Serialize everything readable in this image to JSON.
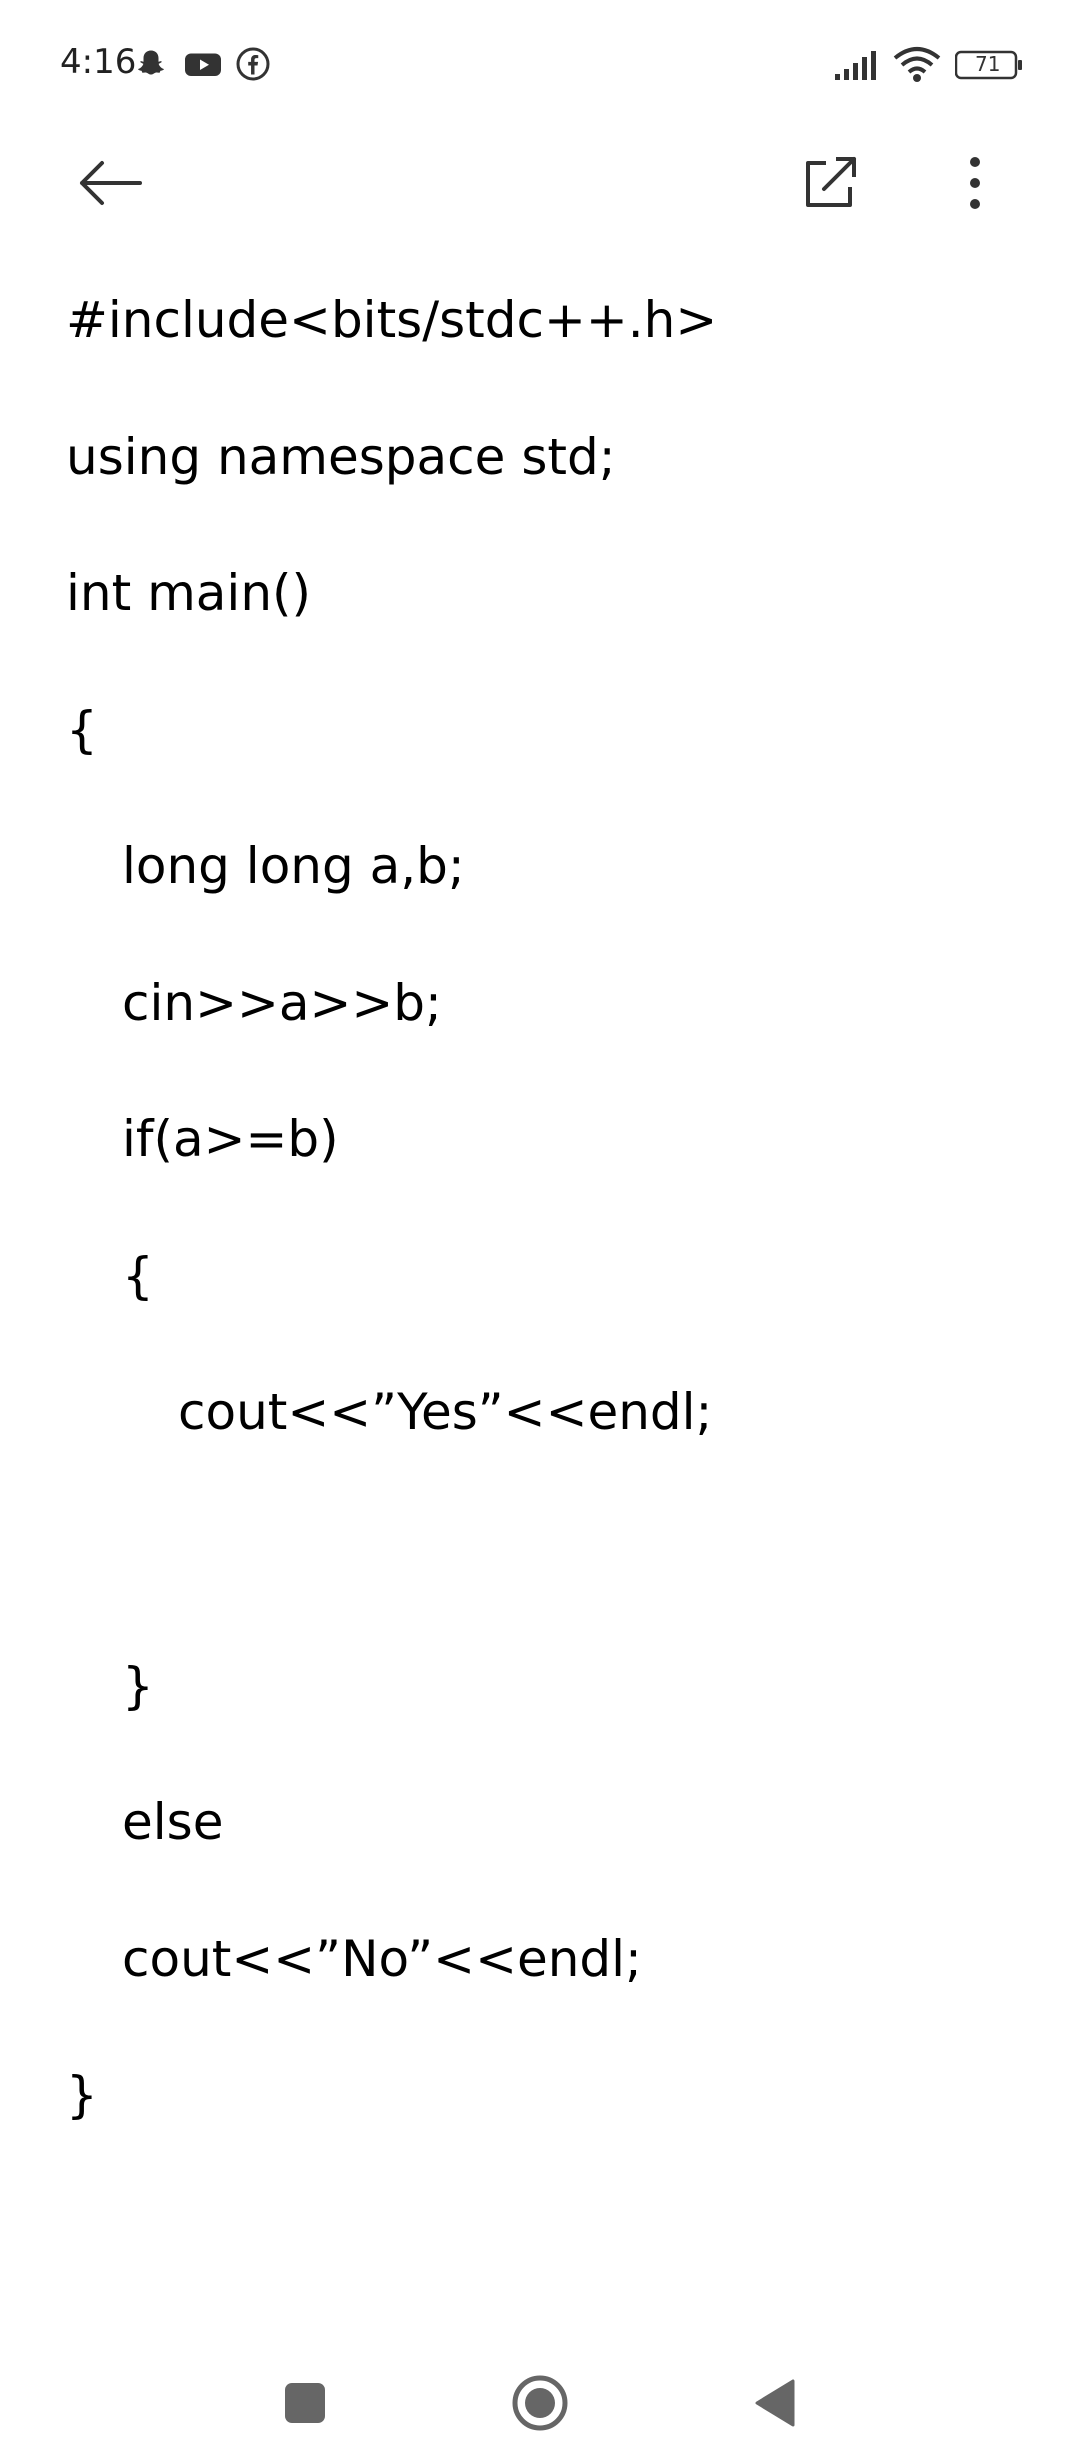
{
  "status_bar": {
    "time": "4:16",
    "battery": "71",
    "notification_icons": [
      "snapchat-icon",
      "youtube-icon",
      "facebook-icon"
    ]
  },
  "toolbar": {
    "back_icon": "back-arrow-icon",
    "open_external_icon": "open-external-icon",
    "more_icon": "more-vert-icon"
  },
  "code": {
    "lines": [
      "#include<bits/stdc++.h>",
      "using namespace std;",
      "int main()",
      "{",
      "long long a,b;",
      "cin>>a>>b;",
      "if(a>=b)",
      "{",
      "cout<<”Yes”<<endl;",
      "}",
      "else",
      "cout<<”No”<<endl;",
      "}"
    ]
  },
  "nav_bar": {
    "recents_icon": "recents-square-icon",
    "home_icon": "home-circle-icon",
    "back_icon": "back-triangle-icon"
  }
}
